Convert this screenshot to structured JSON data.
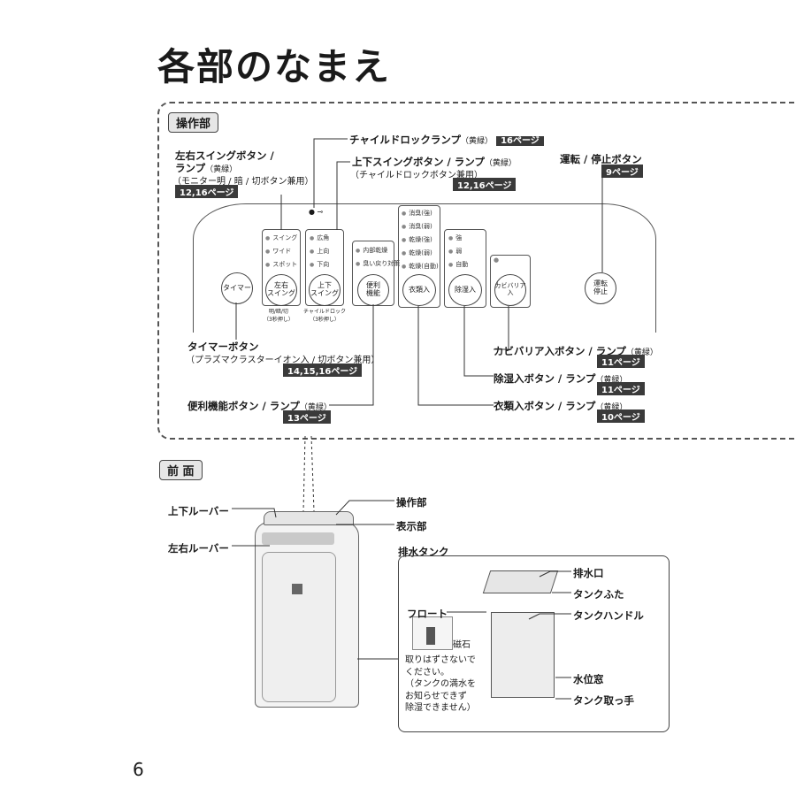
{
  "title": "各部のなまえ",
  "page_number": "6",
  "control_section": {
    "tag": "操作部",
    "child_lock": {
      "label": "チャイルドロックランプ",
      "note": "（黄緑）",
      "ref": "16ページ"
    },
    "lr_swing": {
      "label1": "左右スイングボタン /",
      "label2": "ランプ",
      "note": "（黄緑）",
      "sub": "（モニター明 / 暗 / 切ボタン兼用）",
      "ref": "12,16ページ"
    },
    "ud_swing": {
      "label": "上下スイングボタン / ランプ",
      "note": "（黄緑）",
      "sub": "（チャイルドロックボタン兼用）",
      "ref": "12,16ページ"
    },
    "power": {
      "label": "運転 / 停止ボタン",
      "ref": "9ページ"
    },
    "timer": {
      "label": "タイマーボタン",
      "sub": "（プラズマクラスターイオン入 / 切ボタン兼用）",
      "ref": "14,15,16ページ"
    },
    "convenience": {
      "label": "便利機能ボタン / ランプ",
      "note": "（黄緑）",
      "ref": "13ページ"
    },
    "mold": {
      "label": "カビバリア入ボタン / ランプ",
      "note": "（黄緑）",
      "ref": "11ページ"
    },
    "dehumid": {
      "label": "除湿入ボタン / ランプ",
      "note": "（黄緑）",
      "ref": "11ページ"
    },
    "clothes": {
      "label": "衣類入ボタン / ランプ",
      "note": "（黄緑）",
      "ref": "10ページ"
    },
    "panel": {
      "lock_symbol": "⊸",
      "swing_leds": [
        "スイング",
        "ワイド",
        "スポット"
      ],
      "ud_leds": [
        "広角",
        "上向",
        "下向"
      ],
      "conv_leds": [
        "内部乾燥",
        "臭い戻り対策"
      ],
      "clothes_leds": [
        "消臭(強)",
        "消臭(弱)",
        "乾燥(強)",
        "乾燥(弱)",
        "乾燥(自動)"
      ],
      "dehumid_leds": [
        "強",
        "弱",
        "自動"
      ],
      "btn_timer": "タイマー",
      "btn_lr": "左右\nスイング",
      "btn_ud": "上下\nスイング",
      "btn_conv": "便利\n機能",
      "btn_clothes": "衣類入",
      "btn_dehumid": "除湿入",
      "btn_mold": "カビバリア\n入",
      "btn_power": "運転\n停止",
      "lr_caption1": "明/暗/切",
      "lr_caption2": "（3秒押し）",
      "ud_caption1": "チャイルドロック",
      "ud_caption2": "（3秒押し）"
    }
  },
  "front_section": {
    "tag": "前 面",
    "ud_louver": "上下ルーバー",
    "lr_louver": "左右ルーバー",
    "control": "操作部",
    "display": "表示部",
    "tank": "排水タンク",
    "drain": "排水口",
    "tank_lid": "タンクふた",
    "handle": "タンクハンドル",
    "float": "フロート",
    "magnet": "磁石",
    "water_window": "水位窓",
    "tank_grip": "タンク取っ手",
    "note": [
      "取りはずさないで",
      "ください。",
      "（タンクの満水を",
      "お知らせできず",
      "除湿できません）"
    ]
  }
}
